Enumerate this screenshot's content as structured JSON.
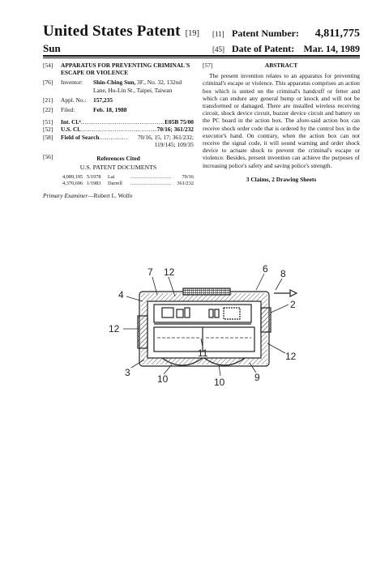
{
  "header": {
    "title": "United States Patent",
    "title_code": "[19]",
    "inventor_surname": "Sun",
    "patent_number_code": "[11]",
    "patent_number_label": "Patent Number:",
    "patent_number": "4,811,775",
    "date_code": "[45]",
    "date_label": "Date of Patent:",
    "date": "Mar. 14, 1989"
  },
  "bibliographic": {
    "title_code": "[54]",
    "title": "APPARATUS FOR PREVENTING CRIMINAL'S ESCAPE OR VIOLENCE",
    "inventor_code": "[76]",
    "inventor_label": "Inventor:",
    "inventor_name": "Shin-Ching Sun,",
    "inventor_address": "3F., No. 32, 132nd Lane, Hu-Lin St., Taipei, Taiwan",
    "appl_code": "[21]",
    "appl_label": "Appl. No.:",
    "appl_no": "157,235",
    "filed_code": "[22]",
    "filed_label": "Filed:",
    "filed_date": "Feb. 18, 1988",
    "intcl_code": "[51]",
    "intcl_label": "Int. Cl.⁴",
    "intcl_dots": "................................................",
    "intcl_value": "E05B 75/00",
    "uscl_code": "[52]",
    "uscl_label": "U.S. Cl.",
    "uscl_dots": "..........................................",
    "uscl_value": "70/16; 361/232",
    "search_code": "[58]",
    "search_label": "Field of Search",
    "search_dots": "...............",
    "search_value": "70/16, 15, 17; 361/232;",
    "search_value_cont": "119/145; 109/35"
  },
  "references": {
    "code": "[56]",
    "heading": "References Cited",
    "subheading": "U.S. PATENT DOCUMENTS",
    "items": [
      {
        "number": "4,089,195",
        "date": "5/1978",
        "name": "Lai",
        "dots": "...............................................",
        "cls": "70/16"
      },
      {
        "number": "4,370,696",
        "date": "1/1983",
        "name": "Darrell",
        "dots": "..........................................",
        "cls": "361/232"
      }
    ],
    "examiner_label": "Primary Examiner",
    "examiner_name": "—Robert L. Wolfe"
  },
  "abstract": {
    "code": "[57]",
    "heading": "ABSTRACT",
    "text": "The present invention relates to an apparatus for preventing criminal's escape or violence. This apparatus comprises an action box which is united on the criminal's handcuff or fetter and which can endure any general bump or knock and will not be transformed or damaged. There are installed wireless receiving circuit, shock device circuit, buzzer device circuit and battery on the PC board in the action box. The afore-said action box can receive shock order code that is ordered by the control box in the executor's hand. On contrary, when the action box can not receive the signal code, it will sound warning and order shock device to actuate shock to prevent the criminal's escape or violence. Besides, present invention can achieve the purposes of increasing police's safety and saving police's strength.",
    "claims_line": "3 Claims, 2 Drawing Sheets"
  },
  "figure": {
    "labels": [
      "7",
      "12",
      "6",
      "8",
      "4",
      "2",
      "12",
      "11",
      "12",
      "3",
      "10",
      "10",
      "9"
    ]
  }
}
